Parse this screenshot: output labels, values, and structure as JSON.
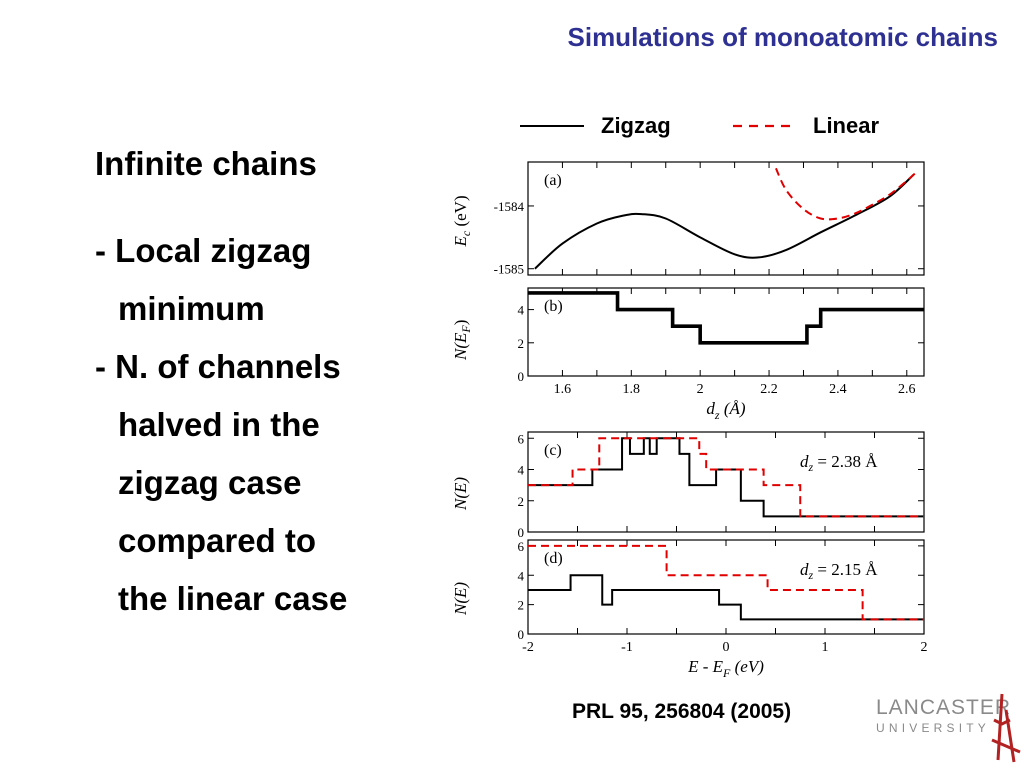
{
  "slide_title": "Simulations of monoatomic chains",
  "left": {
    "heading": "Infinite chains",
    "bullets": [
      {
        "lines": [
          "- Local zigzag",
          "minimum"
        ]
      },
      {
        "lines": [
          "- N. of channels",
          "halved in the",
          "zigzag case",
          "compared to",
          "the linear case"
        ]
      }
    ]
  },
  "citation": "PRL 95, 256804 (2005)",
  "logo": {
    "word1": "LANCASTER",
    "word2": "UNIVERSITY",
    "color": "#b22222"
  },
  "colors": {
    "title": "#2e3192",
    "zigzag": "#000000",
    "linear": "#e00000"
  },
  "legend": {
    "zigzag": "Zigzag",
    "linear": "Linear"
  },
  "chart_data": [
    {
      "type": "line",
      "panel_label": "(a)",
      "ylabel": "E_c (eV)",
      "xlabel": "",
      "xlim": [
        1.5,
        2.65
      ],
      "ylim": [
        -1585.1,
        -1583.3
      ],
      "yticks": [
        "-1584",
        "-1585"
      ],
      "series": [
        {
          "name": "Zigzag",
          "x": [
            1.52,
            1.6,
            1.7,
            1.78,
            1.83,
            1.9,
            2.0,
            2.1,
            2.17,
            2.25,
            2.35,
            2.45,
            2.55,
            2.62
          ],
          "y": [
            -1585.0,
            -1584.6,
            -1584.28,
            -1584.15,
            -1584.13,
            -1584.2,
            -1584.5,
            -1584.77,
            -1584.82,
            -1584.7,
            -1584.42,
            -1584.15,
            -1583.85,
            -1583.5
          ]
        },
        {
          "name": "Linear",
          "x": [
            2.22,
            2.25,
            2.3,
            2.35,
            2.4,
            2.45,
            2.5,
            2.55,
            2.6,
            2.63
          ],
          "y": [
            -1583.4,
            -1583.75,
            -1584.05,
            -1584.2,
            -1584.2,
            -1584.12,
            -1583.98,
            -1583.82,
            -1583.6,
            -1583.45
          ]
        }
      ]
    },
    {
      "type": "line",
      "panel_label": "(b)",
      "ylabel": "N(E_F)",
      "xlabel": "d_z (Å)",
      "xlim": [
        1.5,
        2.65
      ],
      "ylim": [
        0,
        5.3
      ],
      "xticks": [
        "1.6",
        "1.8",
        "2",
        "2.2",
        "2.4",
        "2.6"
      ],
      "yticks": [
        "0",
        "2",
        "4"
      ],
      "series": [
        {
          "name": "Zigzag",
          "x": [
            1.5,
            1.76,
            1.76,
            1.92,
            1.92,
            2.0,
            2.0,
            2.31,
            2.31,
            2.35,
            2.35,
            2.65
          ],
          "y": [
            5,
            5,
            4,
            4,
            3,
            3,
            2,
            2,
            3,
            3,
            4,
            4
          ]
        }
      ]
    },
    {
      "type": "line",
      "panel_label": "(c)",
      "annotation": "d_z = 2.38 Å",
      "ylabel": "N(E)",
      "xlabel": "",
      "xlim": [
        -2,
        2
      ],
      "ylim": [
        0,
        6.4
      ],
      "yticks": [
        "0",
        "2",
        "4",
        "6"
      ],
      "series": [
        {
          "name": "Zigzag",
          "x": [
            -2,
            -1.35,
            -1.35,
            -1.05,
            -1.05,
            -0.97,
            -0.97,
            -0.83,
            -0.83,
            -0.77,
            -0.77,
            -0.7,
            -0.7,
            -0.47,
            -0.47,
            -0.37,
            -0.37,
            -0.1,
            -0.1,
            0.15,
            0.15,
            0.38,
            0.38,
            2
          ],
          "y": [
            3,
            3,
            4,
            4,
            6,
            6,
            5,
            5,
            6,
            6,
            5,
            5,
            6,
            6,
            5,
            5,
            3,
            3,
            4,
            4,
            2,
            2,
            1,
            1
          ]
        },
        {
          "name": "Linear",
          "x": [
            -2,
            -1.55,
            -1.55,
            -1.28,
            -1.28,
            -0.27,
            -0.27,
            -0.2,
            -0.2,
            0.38,
            0.38,
            0.75,
            0.75,
            2
          ],
          "y": [
            3,
            3,
            4,
            4,
            6,
            6,
            5,
            5,
            4,
            4,
            3,
            3,
            1,
            1
          ]
        }
      ]
    },
    {
      "type": "line",
      "panel_label": "(d)",
      "annotation": "d_z = 2.15 Å",
      "ylabel": "N(E)",
      "xlabel": "E - E_F (eV)",
      "xlim": [
        -2,
        2
      ],
      "ylim": [
        0,
        6.4
      ],
      "xticks": [
        "-2",
        "-1",
        "0",
        "1",
        "2"
      ],
      "yticks": [
        "0",
        "2",
        "4",
        "6"
      ],
      "series": [
        {
          "name": "Zigzag",
          "x": [
            -2,
            -1.57,
            -1.57,
            -1.25,
            -1.25,
            -1.15,
            -1.15,
            -0.93,
            -0.93,
            -0.07,
            -0.07,
            0.15,
            0.15,
            2
          ],
          "y": [
            3,
            3,
            4,
            4,
            2,
            2,
            3,
            3,
            3,
            3,
            2,
            2,
            1,
            1
          ]
        },
        {
          "name": "Linear",
          "x": [
            -2,
            -0.6,
            -0.6,
            0.35,
            0.35,
            0.42,
            0.42,
            1.38,
            1.38,
            2
          ],
          "y": [
            6,
            6,
            4,
            4,
            4,
            4,
            3,
            3,
            1,
            1
          ]
        }
      ]
    }
  ]
}
